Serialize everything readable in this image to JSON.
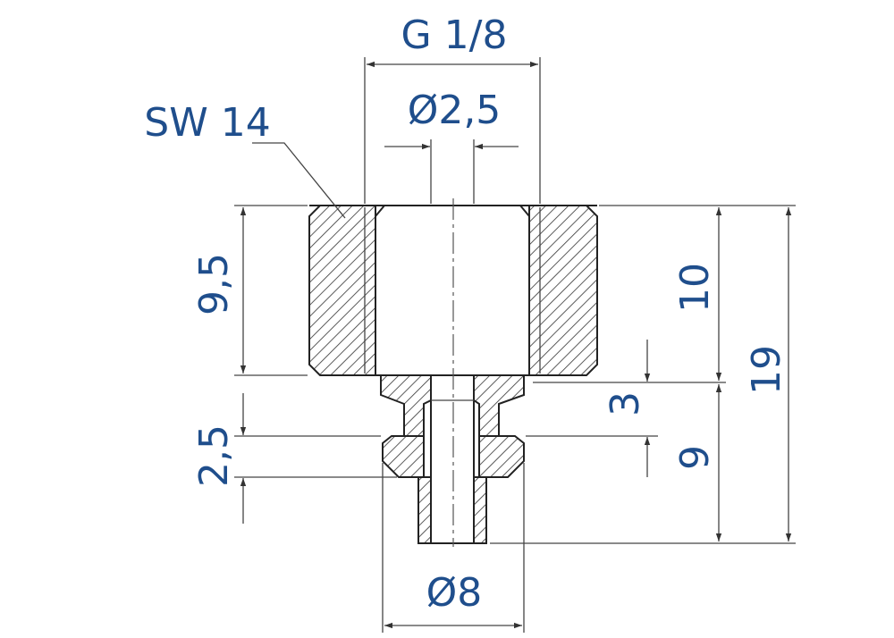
{
  "colors": {
    "dimension_text": "#1f4e8c",
    "part_outline": "#222222",
    "dimension_line": "#444444"
  },
  "labels": {
    "thread": "G 1/8",
    "bore_diameter": "Ø2,5",
    "wrench_size": "SW 14",
    "hex_height": "9,5",
    "groove_width": "2,5",
    "thread_depth": "10",
    "neck_height": "3",
    "spigot_height": "9",
    "overall_height": "19",
    "outer_diameter": "Ø8"
  }
}
